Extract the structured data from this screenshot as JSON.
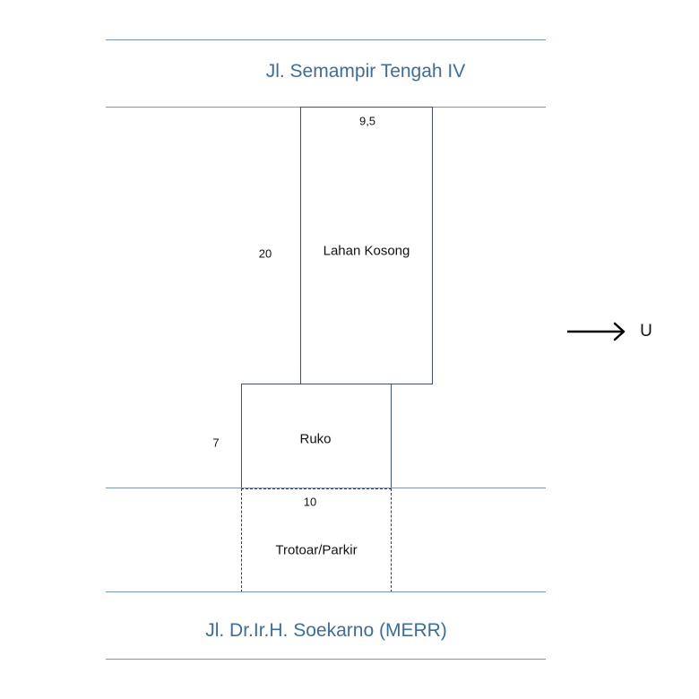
{
  "streets": {
    "top": {
      "name": "Jl. Semampir Tengah IV"
    },
    "bottom": {
      "name": "Jl. Dr.Ir.H. Soekarno (MERR)"
    }
  },
  "plots": {
    "lahan_kosong": {
      "label": "Lahan Kosong",
      "width_label": "9,5",
      "length_label": "20"
    },
    "ruko": {
      "label": "Ruko",
      "length_label": "7",
      "width_label": "10"
    },
    "trotoar": {
      "label": "Trotoar/Parkir"
    }
  },
  "compass": {
    "letter": "U",
    "direction": "right"
  },
  "colors": {
    "street_text": "#3a6e9e",
    "street_line": "#7a92c4",
    "plot_border": "#3f4a86"
  }
}
